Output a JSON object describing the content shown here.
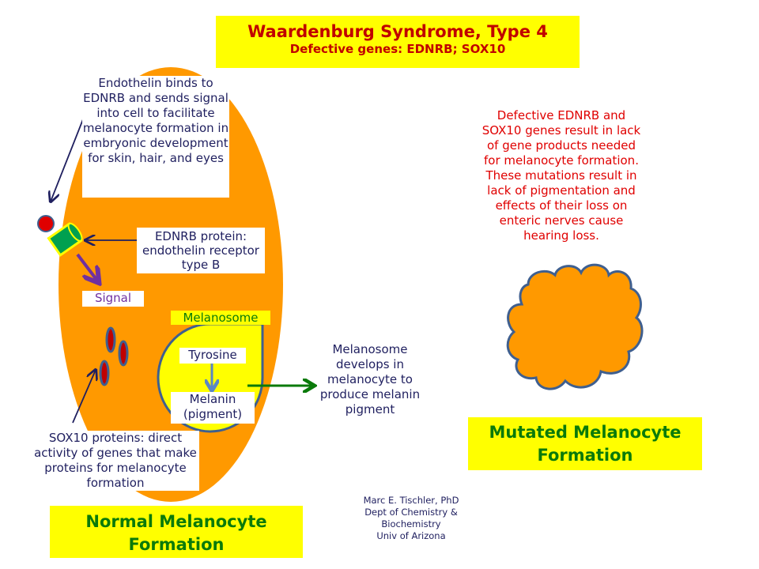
{
  "title": {
    "main": "Waardenburg Syndrome, Type 4",
    "sub": "Defective genes:  EDNRB; SOX10"
  },
  "normal": {
    "endothelin_note": "Endothelin binds to EDNRB and sends signal into cell to facilitate melanocyte formation in embryonic development for skin, hair, and eyes",
    "ednrb_note": "EDNRB protein: endothelin receptor type B",
    "signal_label": "Signal",
    "melanosome_label": "Melanosome",
    "tyrosine_label": "Tyrosine",
    "melanin_label": "Melanin (pigment)",
    "melanosome_note": "Melanosome develops in melanocyte to produce melanin pigment",
    "sox10_note": "SOX10 proteins: direct activity of genes that make proteins for melanocyte formation",
    "caption": "Normal Melanocyte Formation"
  },
  "mutated": {
    "note": "Defective EDNRB and SOX10 genes result in lack of gene products needed for melanocyte formation. These mutations result in lack of pigmentation and effects of their loss on enteric nerves cause hearing loss.",
    "caption": "Mutated Melanocyte Formation"
  },
  "credit": {
    "line1": "Marc  E. Tischler, PhD",
    "line2": "Dept of Chemistry &",
    "line3": "Biochemistry",
    "line4": "Univ of Arizona"
  },
  "colors": {
    "cell": "#ff9900",
    "outline": "#3f5f8f",
    "highlight": "#ffff00",
    "title_red": "#c00000",
    "caption_green": "#0a7a0a"
  }
}
